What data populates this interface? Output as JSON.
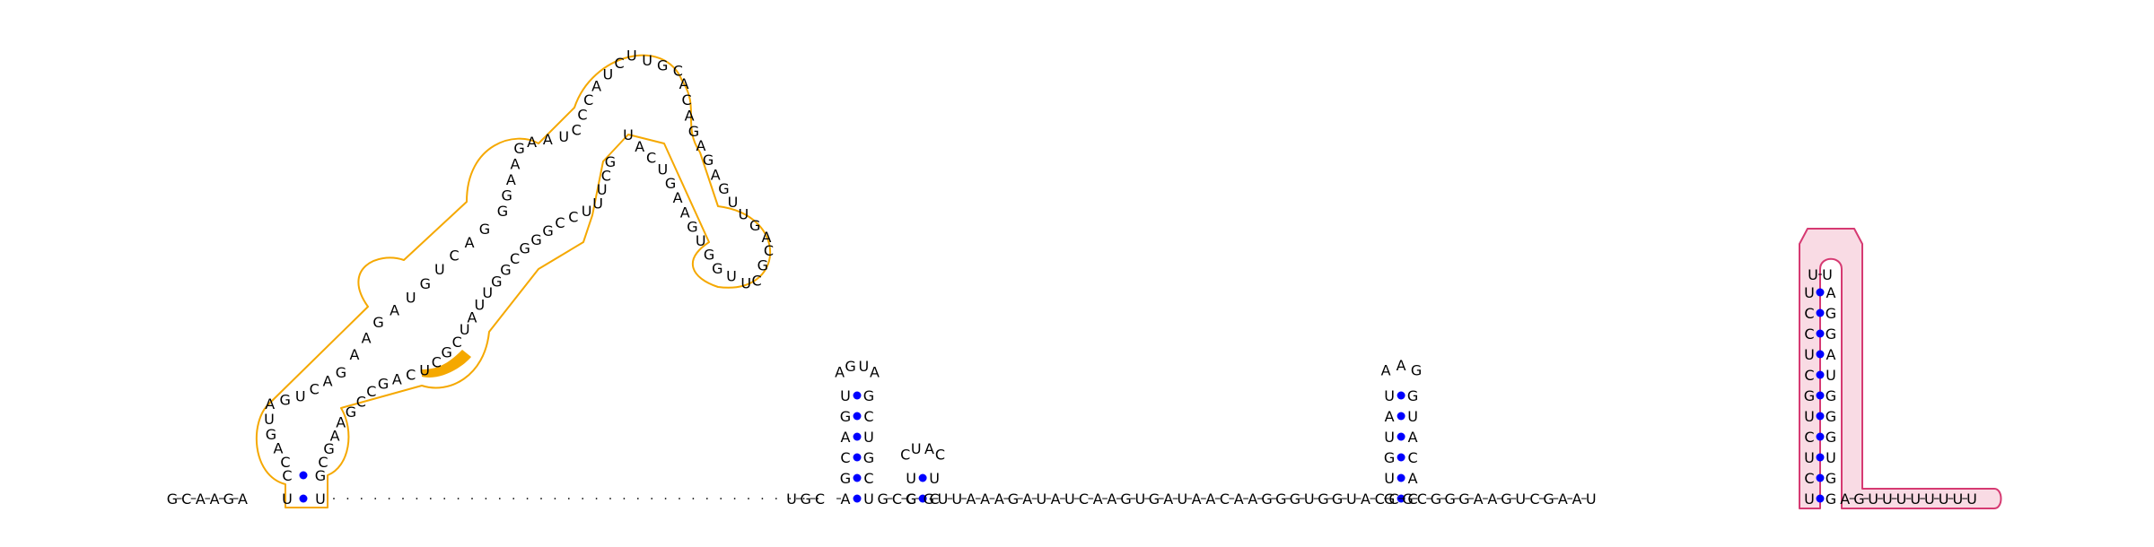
{
  "diagram": {
    "type": "rna-secondary-structure",
    "colors": {
      "base_pair_dot": "#0000ff",
      "highlight_orange": "#f5a800",
      "highlight_pink_fill": "#f9dbe4",
      "highlight_pink_stroke": "#d63a72",
      "text": "#000000"
    },
    "backbone_start": "GCAAGA",
    "backbone_middle": "GCCGUUAAAGAUAUCAAGUGAUAACAAGGGUGGUACCGCGGGAAGUCGAAU",
    "backbone_tail": "AGUUUUUUUU",
    "gap_after_first_domain_dots": 36,
    "hairpin_1": {
      "stem_left": "AGCAGU",
      "loop": "AUGA",
      "stem_right": "GCUGCU"
    },
    "hairpin_2": {
      "stem_left": "GU",
      "loop": "CAUC",
      "stem_right": "UC"
    },
    "hairpin_3": {
      "stem_left": "GUGUAU",
      "loop": "GAA",
      "stem_right": "GUACAC"
    },
    "terminator": {
      "stem_left": "UCUCUGCUCCU",
      "loop": "UU",
      "stem_right": "AGGAUGGGUGG"
    },
    "large_domain": {
      "segment_a": "CAGUAGUCAG",
      "segment_b": "AAGAUGUCAG",
      "segment_c": "GGAAGAAUCCCAUCUUGCACAGAGAGUUGACGCUUGGUGAAGUCAU",
      "segment_d": "GCUUUCCGGGCGGUUAUCGCUCAGCCGAAGC"
    }
  }
}
